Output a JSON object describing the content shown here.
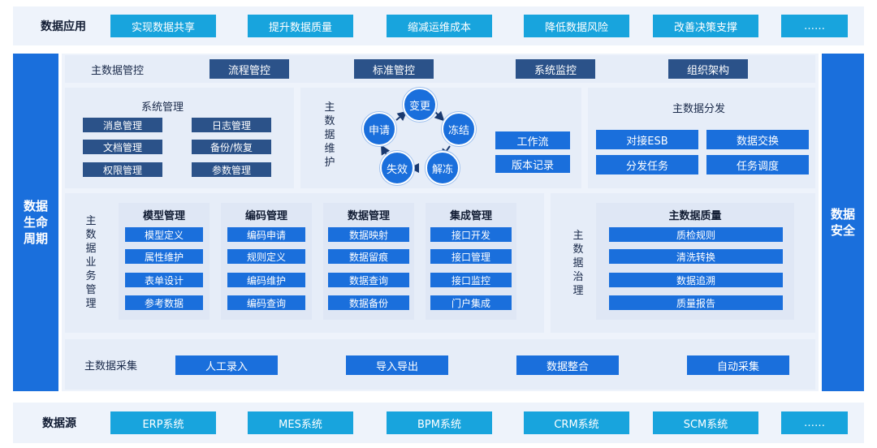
{
  "top_band": {
    "title": "数据应用",
    "items": [
      "实现数据共享",
      "提升数据质量",
      "缩减运维成本",
      "降低数据风险",
      "改善决策支撑",
      "……"
    ]
  },
  "left_sidebar": {
    "label": "数据\n生命\n周期"
  },
  "right_sidebar": {
    "label": "数据\n安全"
  },
  "master_control": {
    "title": "主数据管控",
    "items": [
      "流程管控",
      "标准管控",
      "系统监控",
      "组织架构"
    ]
  },
  "system_mgmt": {
    "title": "系统管理",
    "items": [
      "消息管理",
      "日志管理",
      "文档管理",
      "备份/恢复",
      "权限管理",
      "参数管理"
    ]
  },
  "maintenance": {
    "vertical_label": [
      "主",
      "数",
      "据",
      "维",
      "护"
    ],
    "cycle": [
      "变更",
      "冻结",
      "解冻",
      "失效",
      "申请"
    ],
    "side_buttons": [
      "工作流",
      "版本记录"
    ]
  },
  "distribution": {
    "title": "主数据分发",
    "items": [
      "对接ESB",
      "数据交换",
      "分发任务",
      "任务调度"
    ]
  },
  "business_mgmt": {
    "vertical_label": [
      "主",
      "数",
      "据",
      "业",
      "务",
      "管",
      "理"
    ],
    "columns": [
      {
        "title": "模型管理",
        "items": [
          "模型定义",
          "属性维护",
          "表单设计",
          "参考数据"
        ]
      },
      {
        "title": "编码管理",
        "items": [
          "编码申请",
          "规则定义",
          "编码维护",
          "编码查询"
        ]
      },
      {
        "title": "数据管理",
        "items": [
          "数据映射",
          "数据留痕",
          "数据查询",
          "数据备份"
        ]
      },
      {
        "title": "集成管理",
        "items": [
          "接口开发",
          "接口管理",
          "接口监控",
          "门户集成"
        ]
      }
    ]
  },
  "governance": {
    "vertical_label": [
      "主",
      "数",
      "据",
      "治",
      "理"
    ],
    "title": "主数据质量",
    "items": [
      "质检规则",
      "清洗转换",
      "数据追溯",
      "质量报告"
    ]
  },
  "collection": {
    "title": "主数据采集",
    "items": [
      "人工录入",
      "导入导出",
      "数据整合",
      "自动采集"
    ]
  },
  "bottom_band": {
    "title": "数据源",
    "items": [
      "ERP系统",
      "MES系统",
      "BPM系统",
      "CRM系统",
      "SCM系统",
      "……"
    ]
  },
  "colors": {
    "sidebar": "#1a6fdc",
    "cyan": "#18a4dd",
    "navy": "#2b5289",
    "panel": "#e6edf8"
  }
}
